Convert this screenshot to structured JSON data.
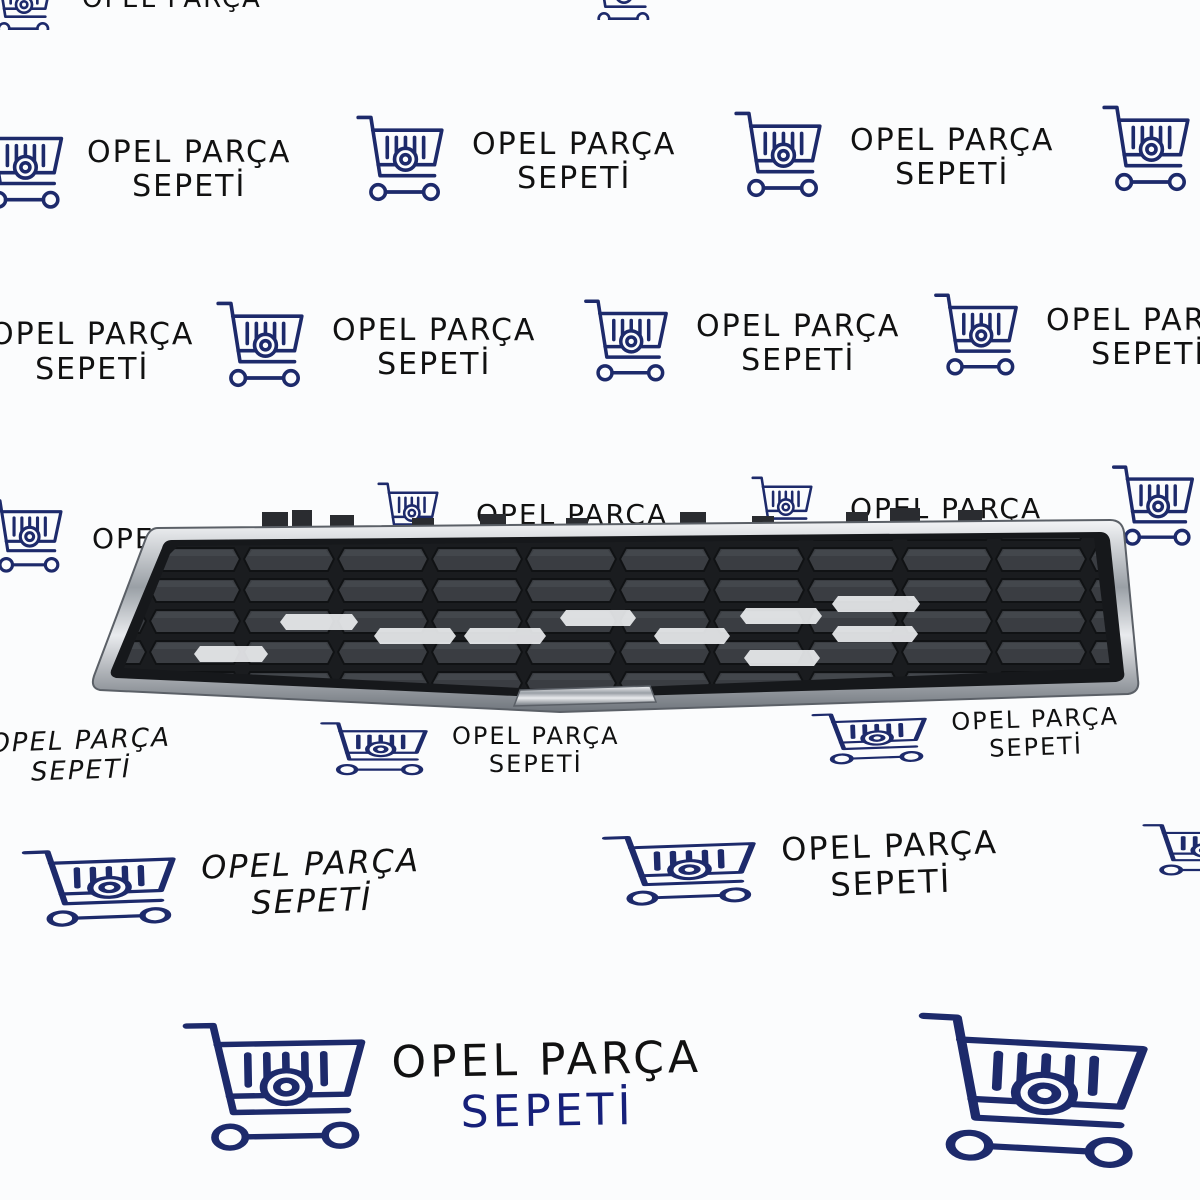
{
  "watermark": {
    "line1": "OPEL PARÇA",
    "line2": "SEPETİ",
    "logo_icon": "shopping-cart-gear-icon",
    "text_color": "#111111",
    "accent_color": "#16207a"
  },
  "product": {
    "icon": "car-front-bumper-grille",
    "frame_color": "#c9ccd0",
    "mesh_color": "#1f2226"
  }
}
